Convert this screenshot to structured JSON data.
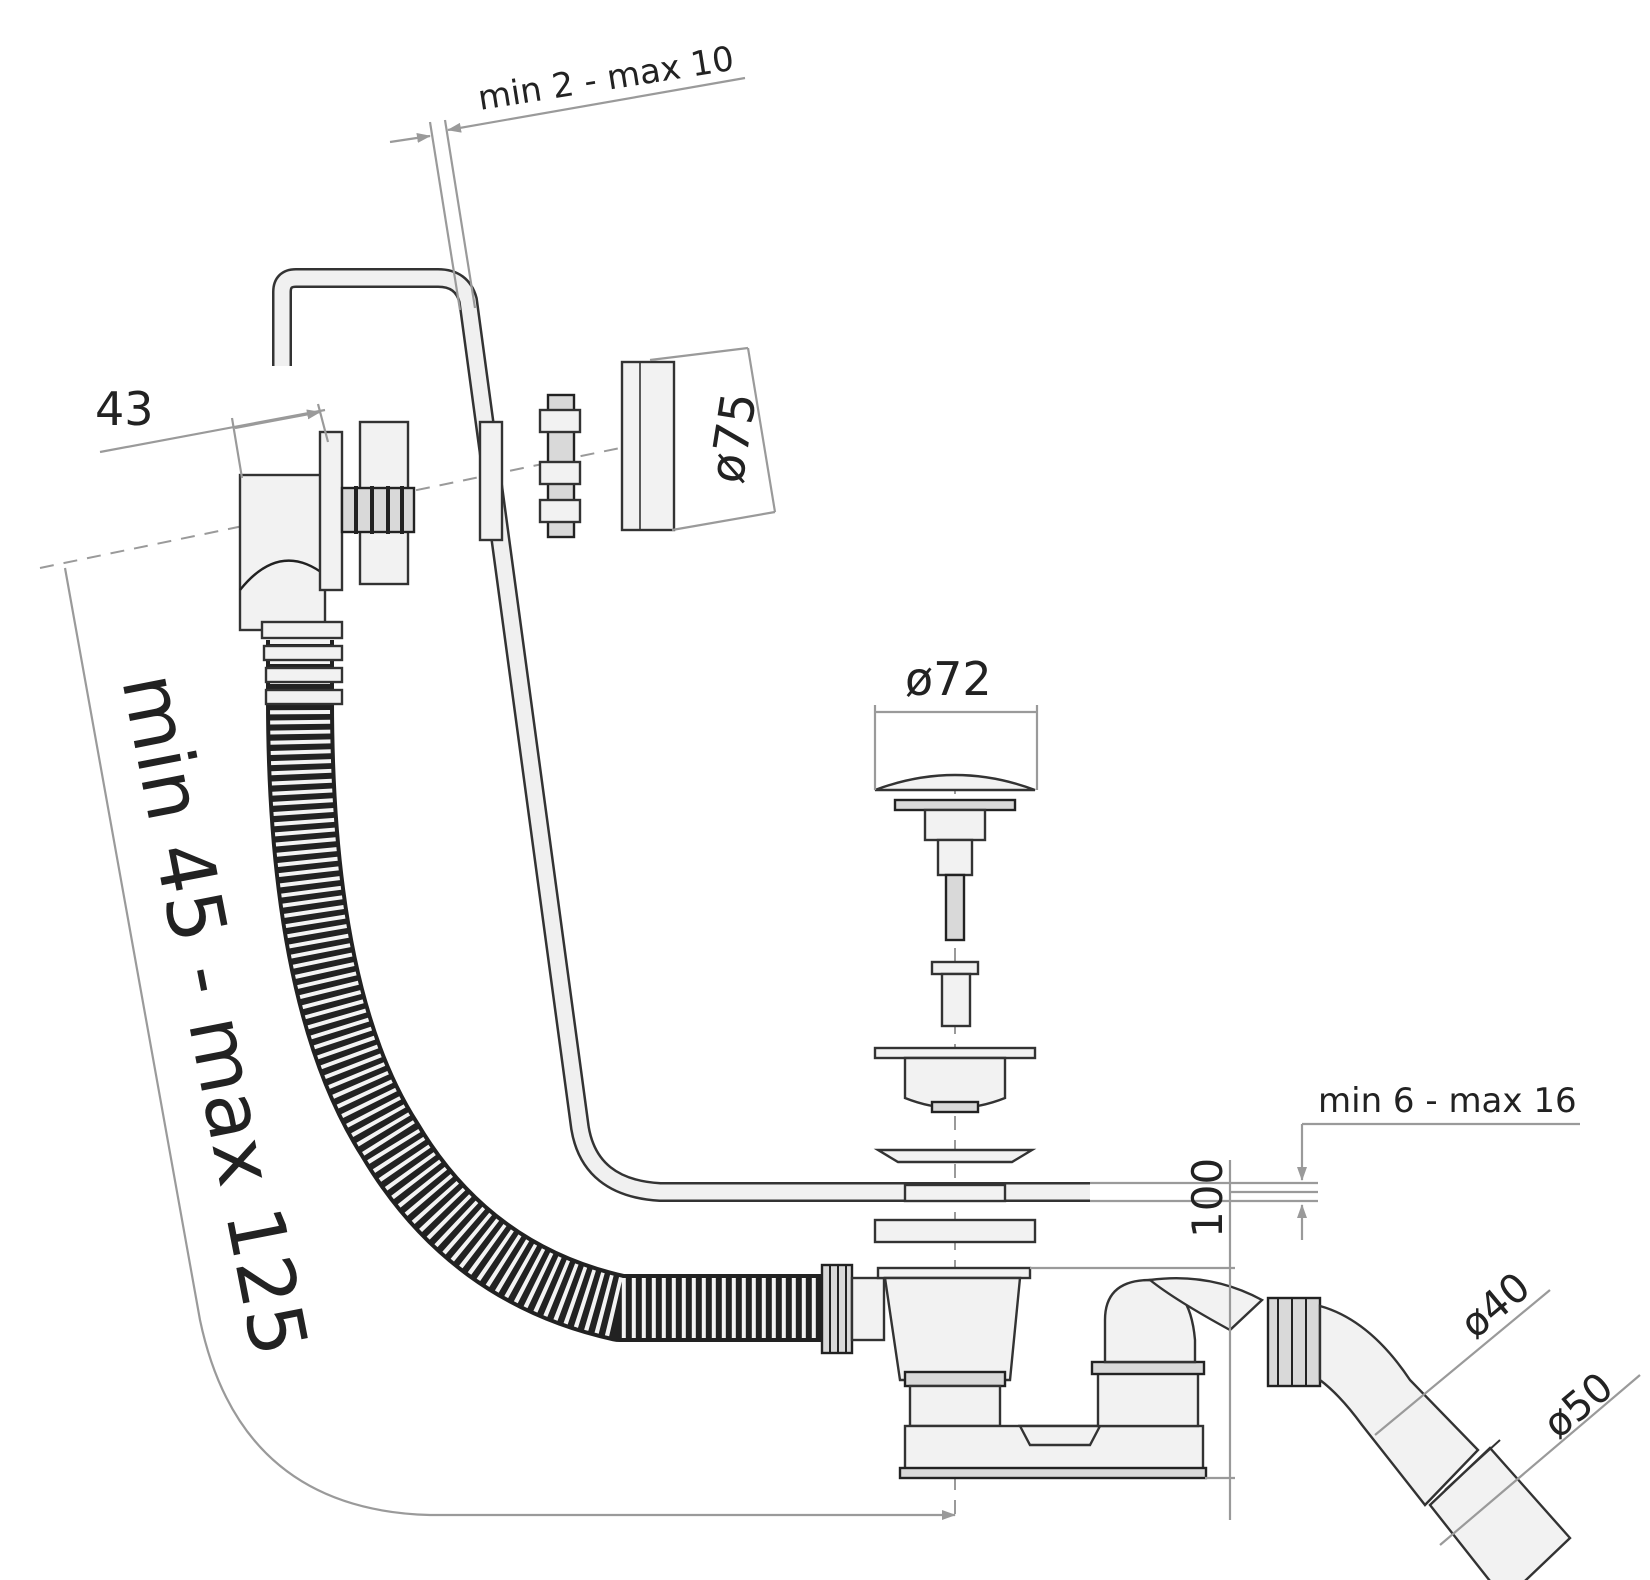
{
  "dimensions": {
    "overflow_plate_thickness": "min 2 - max 10",
    "overflow_depth": "43",
    "cover_diameter": "ø75",
    "plug_diameter": "ø72",
    "drain_plate_thickness": "min 6 - max 16",
    "drain_height": "100",
    "pipe_range": "min 45 - max 125",
    "outlet_small_diameter": "ø40",
    "outlet_large_diameter": "ø50"
  },
  "colors": {
    "line": "#333333",
    "dimension_line": "#9a9a9a",
    "fill_light": "#f2f2f2",
    "fill_mid": "#d9d9d9"
  }
}
